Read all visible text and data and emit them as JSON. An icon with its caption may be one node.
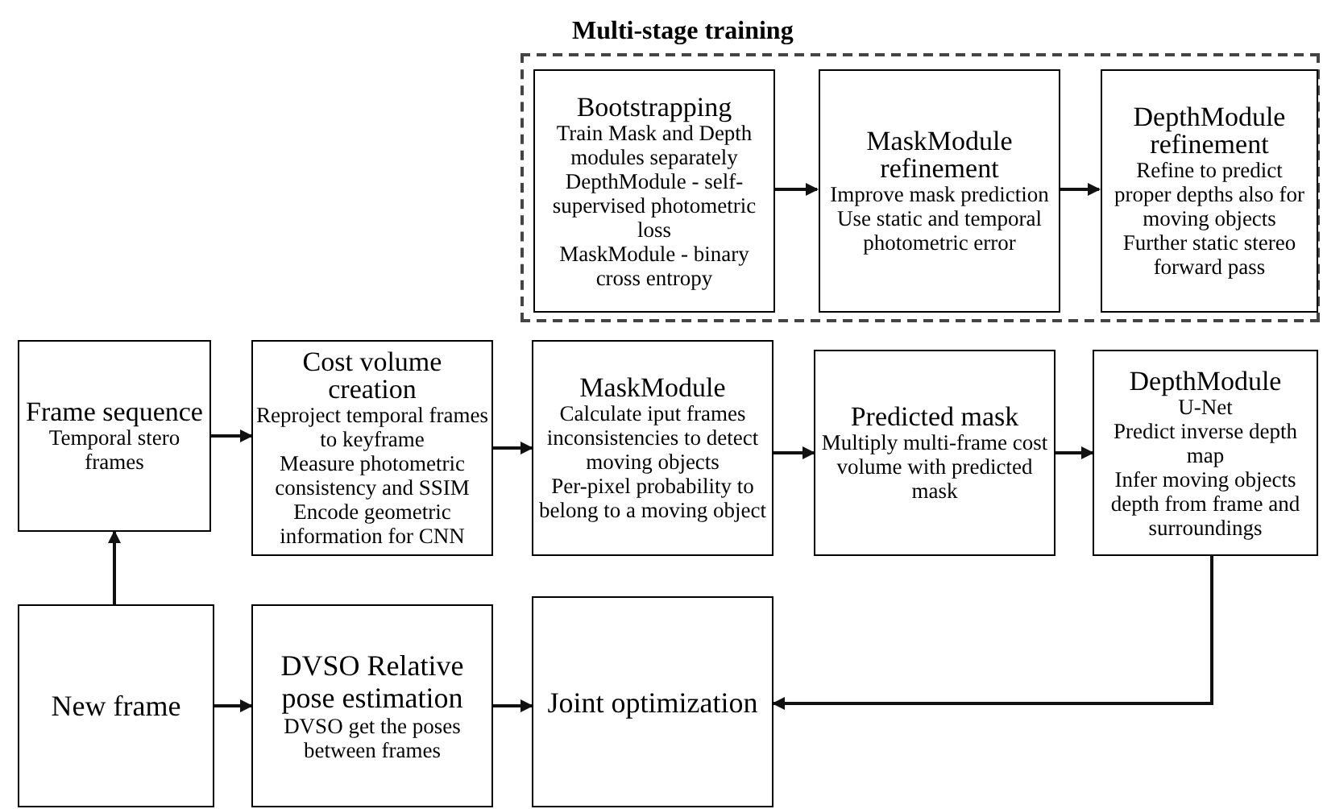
{
  "diagram": {
    "nodes": [
      {
        "text": [
          "Multi-stage training"
        ]
      },
      {
        "text": [
          "Bootstrapping",
          "Train Mask and Depth modules separately",
          "DepthModule - self-supervised photometric loss",
          "MaskModule - binary cross entropy"
        ],
        "in": 0
      },
      {
        "text": [
          "MaskModule refinement",
          "Improve mask prediction",
          "Use static and temporal photometric error"
        ],
        "in": 0
      },
      {
        "text": [
          "DepthModule refinement",
          "Refine to predict proper depths also for moving objects",
          "Further static stereo forward pass"
        ],
        "in": 0
      },
      {
        "text": [
          "Frame sequence",
          "Temporal stero frames"
        ]
      },
      {
        "text": [
          "Cost volume creation",
          "Reproject temporal frames to keyframe",
          "Measure photometric consistency and SSIM",
          "Encode geometric information for CNN"
        ]
      },
      {
        "text": [
          "MaskModule",
          "Calculate iput frames inconsistencies to detect moving objects",
          "Per-pixel probability to belong to a moving object"
        ]
      },
      {
        "text": [
          "Predicted mask",
          "Multiply multi-frame cost volume with predicted mask"
        ]
      },
      {
        "text": [
          "DepthModule",
          "U-Net",
          "Predict inverse depth map",
          "Infer moving objects depth from frame and surroundings"
        ]
      },
      {
        "text": [
          "New frame"
        ]
      },
      {
        "text": [
          "DVSO Relative pose estimation",
          "DVSO get the poses between frames"
        ]
      },
      {
        "text": [
          "Joint optimization"
        ]
      }
    ],
    "edges": [
      {
        "from": 1,
        "to": 2,
        "arrow": "to"
      },
      {
        "from": 2,
        "to": 3,
        "arrow": "to"
      },
      {
        "from": 4,
        "to": 5,
        "arrow": "to"
      },
      {
        "from": 5,
        "to": 6,
        "arrow": "to"
      },
      {
        "from": 6,
        "to": 7,
        "arrow": "to"
      },
      {
        "from": 7,
        "to": 8,
        "arrow": "to"
      },
      {
        "from": 9,
        "to": 4,
        "arrow": "to"
      },
      {
        "from": 9,
        "to": 10,
        "arrow": "to"
      },
      {
        "from": 10,
        "to": 11,
        "arrow": "to"
      },
      {
        "from": 8,
        "to": 11,
        "arrow": "to"
      }
    ]
  }
}
